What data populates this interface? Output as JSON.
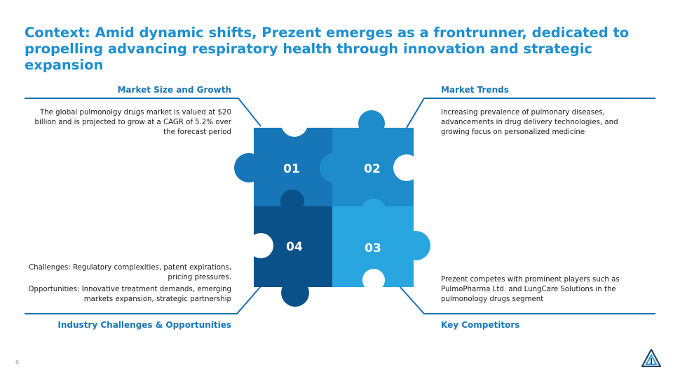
{
  "title": "Context: Amid dynamic shifts, Prezent emerges as a frontrunner, dedicated to propelling advancing respiratory health through innovation and strategic expansion",
  "sections": {
    "market_size": {
      "heading": "Market Size and Growth",
      "text": "The global pulmonolgy drugs market is valued at $20 billion and is projected to grow at a CAGR of 5.2% over the forecast period"
    },
    "market_trends": {
      "heading": "Market Trends",
      "text": "Increasing prevalence of pulmonary diseases, advancements in drug delivery technologies, and growing focus on personalized medicine"
    },
    "challenges": {
      "heading": "Industry Challenges & Opportunities",
      "challenges_text": "Challenges: Regulatory complexities, patent expirations, pricing pressures.",
      "opportunities_text": "Opportunities: Innovative treatment demands, emerging markets expansion, strategic partnership"
    },
    "competitors": {
      "heading": "Key Competitors",
      "text": "Prezent competes with prominent players such as PulmoPharma Ltd. and LungCare Solutions in the pulmonology drugs segment"
    }
  },
  "puzzle": {
    "piece_01": {
      "label": "01",
      "color": "#1676B8"
    },
    "piece_02": {
      "label": "02",
      "color": "#1E8BCA"
    },
    "piece_03": {
      "label": "03",
      "color": "#29A6E0"
    },
    "piece_04": {
      "label": "04",
      "color": "#0B5189"
    }
  },
  "colors": {
    "title": "#1D8FCF",
    "heading": "#1976B8",
    "line": "#1B6FAE"
  },
  "page_number": "6",
  "logo_icon": "triangle-logo-icon"
}
